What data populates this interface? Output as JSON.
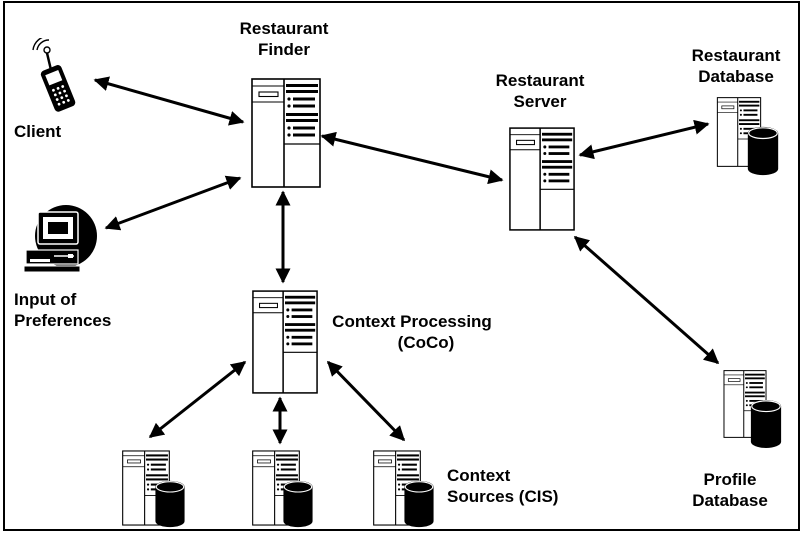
{
  "nodes": {
    "restaurant_finder": {
      "line1": "Restaurant",
      "line2": "Finder"
    },
    "restaurant_server": {
      "line1": "Restaurant",
      "line2": "Server"
    },
    "restaurant_database": {
      "line1": "Restaurant",
      "line2": "Database"
    },
    "client": {
      "label": "Client"
    },
    "input_of_preferences": {
      "line1": "Input of",
      "line2": "Preferences"
    },
    "context_processing": {
      "line1": "Context Processing",
      "line2": "(CoCo)"
    },
    "context_sources": {
      "line1": "Context",
      "line2": "Sources (CIS)"
    },
    "profile_database": {
      "line1": "Profile",
      "line2": "Database"
    }
  },
  "connections": [
    {
      "from": "client",
      "to": "restaurant_finder",
      "direction": "both"
    },
    {
      "from": "input_of_preferences",
      "to": "restaurant_finder",
      "direction": "both"
    },
    {
      "from": "restaurant_finder",
      "to": "restaurant_server",
      "direction": "both"
    },
    {
      "from": "restaurant_server",
      "to": "restaurant_database",
      "direction": "both"
    },
    {
      "from": "restaurant_server",
      "to": "profile_database",
      "direction": "both"
    },
    {
      "from": "restaurant_finder",
      "to": "context_processing",
      "direction": "both"
    },
    {
      "from": "context_processing",
      "to": "context_source_1",
      "direction": "both"
    },
    {
      "from": "context_processing",
      "to": "context_source_2",
      "direction": "both"
    },
    {
      "from": "context_processing",
      "to": "context_source_3",
      "direction": "both"
    }
  ],
  "icons": {
    "client": "mobile-phone-icon",
    "input_of_preferences": "desktop-computer-icon",
    "server": "server-rack-icon",
    "database": "database-cylinder-icon"
  },
  "colors": {
    "ink": "#000000",
    "background": "#ffffff"
  }
}
